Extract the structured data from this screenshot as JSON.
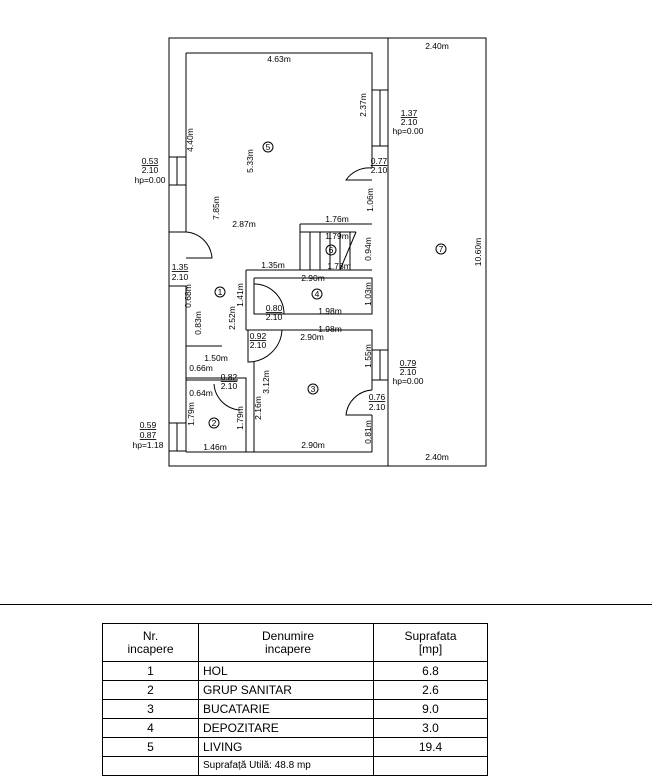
{
  "plan": {
    "dims": {
      "d_463": "4.63m",
      "d_240_top": "2.40m",
      "d_240_bot": "2.40m",
      "d_237": "2.37m",
      "d_440": "4.40m",
      "d_533": "5.33m",
      "d_785": "7.85m",
      "d_287": "2.87m",
      "d_106": "1.06m",
      "d_176": "1.76m",
      "d_179": "1.79m",
      "d_178": "1.78m",
      "d_094": "0.94m",
      "d_135": "1.35m",
      "d_290_a": "2.90m",
      "d_141": "1.41m",
      "d_068": "0.68m",
      "d_252": "2.52m",
      "d_103": "1.03m",
      "d_198_a": "1.98m",
      "d_083": "0.83m",
      "d_198_b": "1.98m",
      "d_290_b": "2.90m",
      "d_150": "1.50m",
      "d_066": "0.66m",
      "d_155": "1.55m",
      "d_064": "0.64m",
      "d_312": "3.12m",
      "d_179_b": "1.79m",
      "d_179_c": "1.79m",
      "d_216": "2.16m",
      "d_081": "0.81m",
      "d_146": "1.46m",
      "d_290_c": "2.90m",
      "d_1060": "10.60m"
    },
    "openings": {
      "w1_top": "0.53",
      "w1_mid": "2.10",
      "w1_bot": "hp=0.00",
      "w2_top": "1.37",
      "w2_mid": "2.10",
      "w2_bot": "hp=0.00",
      "d1_top": "0.77",
      "d1_bot": "2.10",
      "d2_top": "1.35",
      "d2_bot": "2.10",
      "d3_top": "0.80",
      "d3_bot": "2.10",
      "d4_top": "0.92",
      "d4_bot": "2.10",
      "d5_top": "0.82",
      "d5_bot": "2.10",
      "w3_top": "0.79",
      "w3_mid": "2.10",
      "w3_bot": "hp=0.00",
      "d6_top": "0.76",
      "d6_bot": "2.10",
      "w4_top": "0.59",
      "w4_mid": "0.87",
      "w4_bot": "hp=1.18"
    },
    "room_numbers": [
      "1",
      "2",
      "3",
      "4",
      "5",
      "6",
      "7"
    ]
  },
  "table": {
    "headers": {
      "nr": "Nr.\nincapere",
      "name": "Denumire\nincapere",
      "area": "Suprafata\n[mp]"
    },
    "rows": [
      {
        "nr": "1",
        "name": "HOL",
        "area": "6.8"
      },
      {
        "nr": "2",
        "name": "GRUP SANITAR",
        "area": "2.6"
      },
      {
        "nr": "3",
        "name": "BUCATARIE",
        "area": "9.0"
      },
      {
        "nr": "4",
        "name": "DEPOZITARE",
        "area": "3.0"
      },
      {
        "nr": "5",
        "name": "LIVING",
        "area": "19.4"
      }
    ],
    "footer_partial": "Suprafață Utilă: 48.8 mp"
  }
}
